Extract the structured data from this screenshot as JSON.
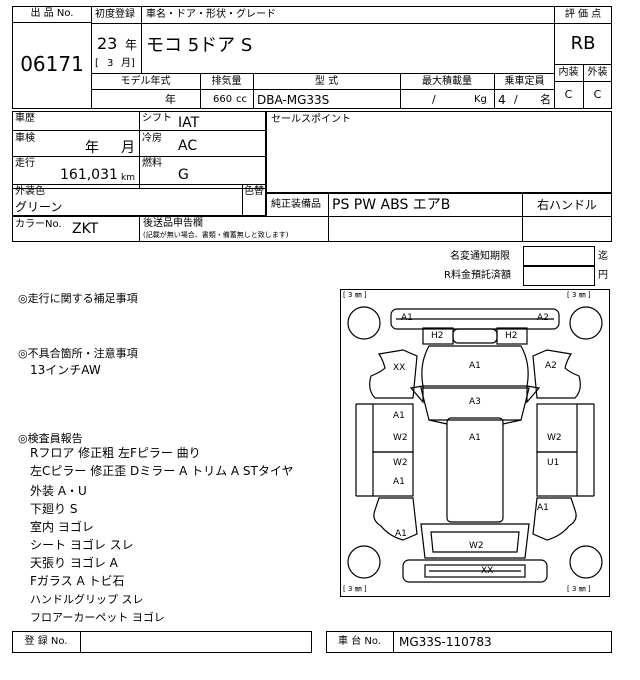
{
  "header": {
    "lot_no_label": "出 品 No.",
    "lot_no": "06171",
    "first_reg_label": "初度登録",
    "car_name_label": "車名・ドア・形状・グレード",
    "reg_year": "23",
    "year_unit": "年",
    "reg_month_open": "[",
    "reg_month": "3",
    "reg_month_unit": "月]",
    "car_name": "モコ 5ドア  S",
    "grade_label": "評 価 点",
    "grade": "RB",
    "interior_label": "内装",
    "exterior_label": "外装",
    "interior_grade": "C",
    "exterior_grade": "C"
  },
  "spec": {
    "model_year_label": "モデル年式",
    "model_year_unit": "年",
    "displacement_label": "排気量",
    "displacement": "660",
    "displacement_unit": "cc",
    "type_label": "型    式",
    "type": "DBA-MG33S",
    "max_load_label": "最大積載量",
    "max_load_sep": "/",
    "max_load_unit": "Kg",
    "capacity_label": "乗車定員",
    "capacity": "4",
    "capacity_sep": "/",
    "capacity_unit": "名"
  },
  "details": {
    "history_label": "車歴",
    "shift_label": "シフト",
    "shift": "IAT",
    "inspection_label": "車検",
    "inspection_year_unit": "年",
    "inspection_month_unit": "月",
    "ac_label": "冷房",
    "ac": "AC",
    "mileage_label": "走行",
    "mileage": "161,031",
    "mileage_unit": "km",
    "fuel_label": "燃料",
    "fuel": "G",
    "sales_point_label": "セールスポイント",
    "ext_color_label": "外装色",
    "ext_color": "グリーン",
    "color_change_label": "色替",
    "equipment_label": "純正装備品",
    "equipment": "PS PW ABS エアB",
    "handle": "右ハンドル",
    "color_no_label": "カラーNo.",
    "color_no": "ZKT",
    "declaration_label": "後送品申告欄",
    "declaration_note": "(記載が無い場合、書類・備蓄無しと致します)",
    "name_change_label": "名変通知期限",
    "name_change_unit": "迄",
    "recycle_label": "R料金預託済額",
    "recycle_unit": "円"
  },
  "notes": {
    "driving_title": "◎走行に関する補足事項",
    "defects_title": "◎不具合箇所・注意事項",
    "defects": [
      "13インチAW"
    ],
    "inspector_title": "◎検査員報告",
    "inspector_lines": [
      "Rフロア 修正粗  左Fピラー 曲り",
      "左Cピラー 修正歪  Dミラー A  トリム A  STタイヤ",
      "外装 A・U",
      "下廻り S",
      "室内 ヨゴレ",
      "シート ヨゴレ スレ",
      "天張り ヨゴレ A",
      "Fガラス A トビ石",
      "ハンドルグリップ スレ",
      "フロアーカーペット ヨゴレ"
    ]
  },
  "diagram": {
    "tire_top_left": "[ 3 ㎜ ]",
    "tire_top_right": "[ 3 ㎜ ]",
    "tire_bottom_left": "[ 3 ㎜ ]",
    "tire_bottom_right": "[ 3 ㎜ ]",
    "marks": {
      "front_bumper_left": "A1",
      "front_bumper_right": "A2",
      "headlight_left": "H2",
      "headlight_right": "H2",
      "front_fender_left": "XX",
      "hood": "A1",
      "front_fender_right": "A2",
      "windshield": "A3",
      "front_door_left_top": "A1",
      "front_door_left": "W2",
      "roof": "A1",
      "front_door_right": "W2",
      "rear_door_left_top": "W2",
      "rear_door_left": "A1",
      "rear_door_right": "U1",
      "rear_fender_right": "A1",
      "rear_fender_left": "A1",
      "back_door": "W2",
      "rear_bumper": "XX"
    }
  },
  "footer": {
    "reg_no_label": "登 録 No.",
    "chassis_label": "車 台 No.",
    "chassis_no": "MG33S-110783"
  }
}
